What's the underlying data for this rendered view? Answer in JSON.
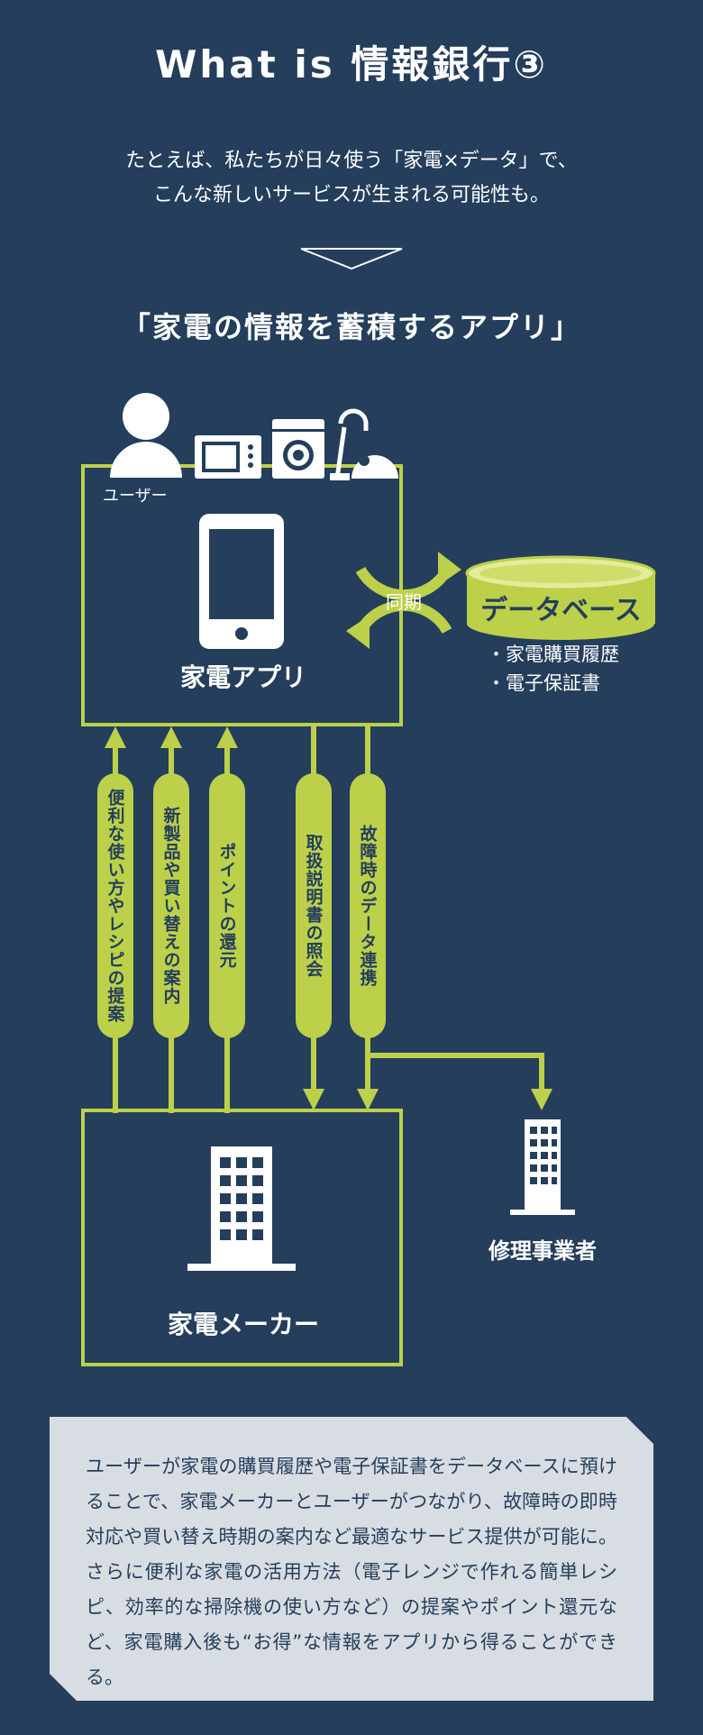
{
  "title": "What is 情報銀行③",
  "intro": {
    "line1": "たとえば、私たちが日々使う「家電×データ」で、",
    "line2": "こんな新しいサービスが生まれる可能性も。"
  },
  "subtitle": "「家電の情報を蓄積するアプリ」",
  "diagram": {
    "user_label": "ユーザー",
    "app_label": "家電アプリ",
    "sync_label": "同期",
    "database": {
      "label": "データベース",
      "items": [
        "・家電購買履歴",
        "・電子保証書"
      ]
    },
    "up_flows": [
      "便利な使い方やレシピの提案",
      "新製品や買い替えの案内",
      "ポイントの還元"
    ],
    "down_flows": [
      "取扱説明書の照会",
      "故障時のデータ連携"
    ],
    "maker_label": "家電メーカー",
    "repair_label": "修理事業者",
    "accent_color": "#bcd04a",
    "background_color": "#243e5c"
  },
  "description": "ユーザーが家電の購買履歴や電子保証書をデータベースに預けることで、家電メーカーとユーザーがつながり、故障時の即時対応や買い替え時期の案内など最適なサービス提供が可能に。さらに便利な家電の活用方法（電子レンジで作れる簡単レシピ、効率的な掃除機の使い方など）の提案やポイント還元など、家電購入後も“お得”な情報をアプリから得ることができる。"
}
